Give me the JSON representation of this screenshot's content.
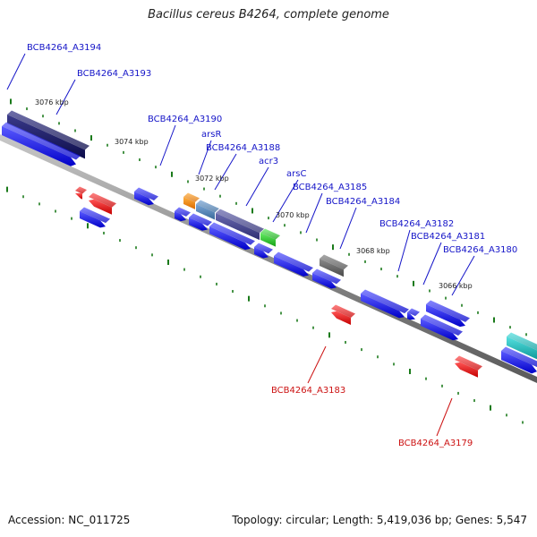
{
  "title": "Bacillus cereus B4264, complete genome",
  "footer": {
    "accession": "Accession: NC_011725",
    "summary": "Topology: circular; Length: 5,419,036 bp; Genes: 5,547"
  },
  "colors": {
    "forward_gene": "#1111ee",
    "reverse_gene": "#ee1111",
    "gene_label_forward": "#1515c8",
    "gene_label_reverse": "#cc1111",
    "backbone": "#8a8a8a",
    "tick": "#1a7a1a"
  },
  "ticks": [
    "3076 kbp",
    "3074 kbp",
    "3072 kbp",
    "3070 kbp",
    "3068 kbp",
    "3066 kbp"
  ],
  "gene_labels": [
    {
      "text": "BCB4264_A3194",
      "strand": "forward"
    },
    {
      "text": "BCB4264_A3193",
      "strand": "forward"
    },
    {
      "text": "BCB4264_A3190",
      "strand": "forward"
    },
    {
      "text": "arsR",
      "strand": "forward"
    },
    {
      "text": "BCB4264_A3188",
      "strand": "forward"
    },
    {
      "text": "acr3",
      "strand": "forward"
    },
    {
      "text": "arsC",
      "strand": "forward"
    },
    {
      "text": "BCB4264_A3185",
      "strand": "forward"
    },
    {
      "text": "BCB4264_A3184",
      "strand": "forward"
    },
    {
      "text": "BCB4264_A3182",
      "strand": "forward"
    },
    {
      "text": "BCB4264_A3181",
      "strand": "forward"
    },
    {
      "text": "BCB4264_A3180",
      "strand": "forward"
    },
    {
      "text": "BCB4264_A3183",
      "strand": "reverse"
    },
    {
      "text": "BCB4264_A3179",
      "strand": "reverse"
    }
  ]
}
